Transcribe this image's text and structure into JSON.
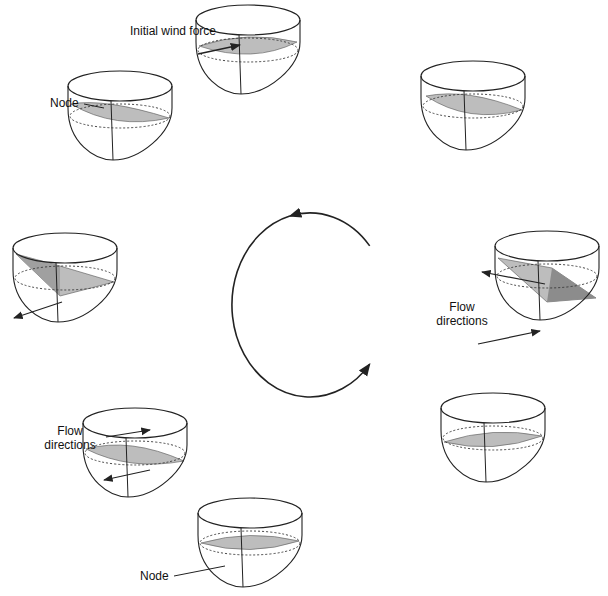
{
  "diagram": {
    "labels": [
      "Initial wind force",
      "Node",
      "Flow directions",
      "Flow directions",
      "Node"
    ]
  }
}
